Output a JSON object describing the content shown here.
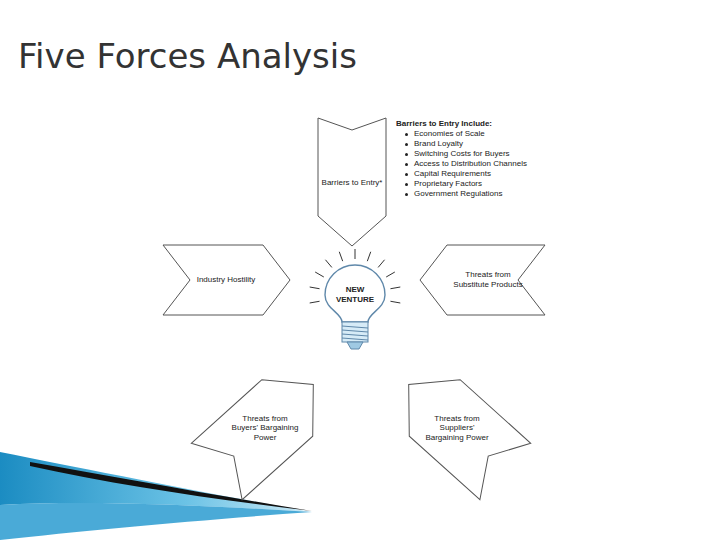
{
  "diagram": {
    "title": "Five Forces Analysis",
    "nodes": [
      {
        "text": [
          "Barriers to Entry*"
        ]
      },
      {
        "text": [
          "Industry Hostility"
        ]
      },
      {
        "text": [
          "NEW VENTURE"
        ]
      },
      {
        "text": [
          "Threats from Substitute Products"
        ]
      },
      {
        "text": [
          "Threats from Buyers' Bargaining Power"
        ]
      },
      {
        "text": [
          "Threats from Suppliers' Bargaining Power"
        ]
      }
    ],
    "labels": [
      "Barriers to Entry Include:",
      "Economies of Scale",
      "Brand Loyalty",
      "Switching Costs for Buyers",
      "Access to Distribution Channels",
      "Capital Requirements",
      "Proprietary Factors",
      "Government Regulations"
    ]
  }
}
